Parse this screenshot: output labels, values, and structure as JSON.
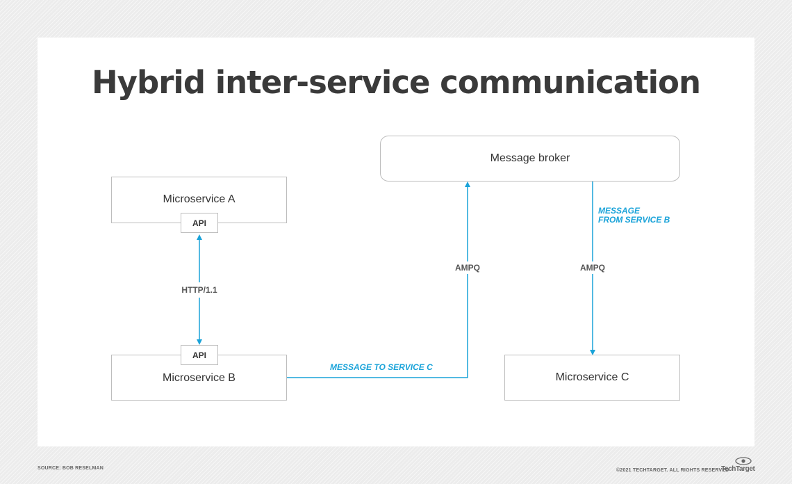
{
  "title": "Hybrid inter-service communication",
  "nodes": {
    "microservice_a": "Microservice A",
    "microservice_b": "Microservice B",
    "microservice_c": "Microservice C",
    "message_broker": "Message broker",
    "api": "API"
  },
  "edges": {
    "http": "HTTP/1.1",
    "ampq_left": "AMPQ",
    "ampq_right": "AMPQ",
    "message_to_c": "MESSAGE TO SERVICE C",
    "message_from_b_line1": "MESSAGE",
    "message_from_b_line2": "FROM SERVICE B"
  },
  "colors": {
    "arrow": "#1aa3d9",
    "box_border": "#bdbdbd",
    "title": "#3a3a3a"
  },
  "footer": {
    "source": "SOURCE: BOB RESELMAN",
    "copyright": "©2021 TECHTARGET. ALL RIGHTS RESERVED",
    "logo": "TechTarget"
  }
}
